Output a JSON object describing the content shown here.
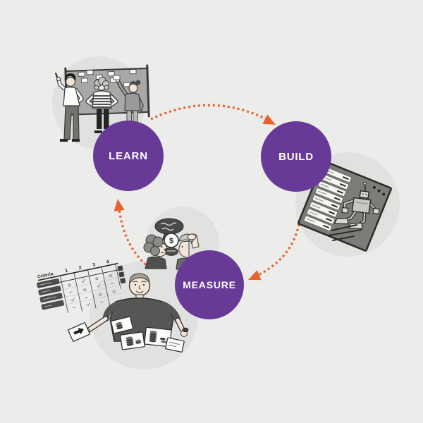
{
  "nodes": [
    {
      "id": "learn",
      "label": "LEARN"
    },
    {
      "id": "build",
      "label": "BUILD"
    },
    {
      "id": "measure",
      "label": "MEASURE"
    }
  ],
  "arrows": [
    {
      "from": "LEARN",
      "to": "BUILD"
    },
    {
      "from": "BUILD",
      "to": "MEASURE"
    },
    {
      "from": "MEASURE",
      "to": "LEARN"
    }
  ],
  "colors": {
    "bg": "#ececea",
    "purple": "#663a96",
    "orange": "#e8622d",
    "backdrop": "#e1e1df",
    "ink": "#3b3b39"
  },
  "criteria_table": {
    "label": "Criteria",
    "columns": [
      "1",
      "2",
      "3",
      "4"
    ]
  },
  "speech": {
    "symbol": "$"
  },
  "illustrations": [
    {
      "name": "team-at-whiteboard",
      "description": "three people placing sticky notes on a whiteboard"
    },
    {
      "name": "robot-spec-sheet",
      "description": "tilted spec sheet with checklist rows and sketched robot"
    },
    {
      "name": "customer-interview",
      "description": "two people talking with speech bubbles"
    },
    {
      "name": "card-sorting",
      "description": "person arranging cards with coin stacks"
    },
    {
      "name": "criteria-matrix",
      "description": "hand-drawn scoring grid"
    }
  ]
}
